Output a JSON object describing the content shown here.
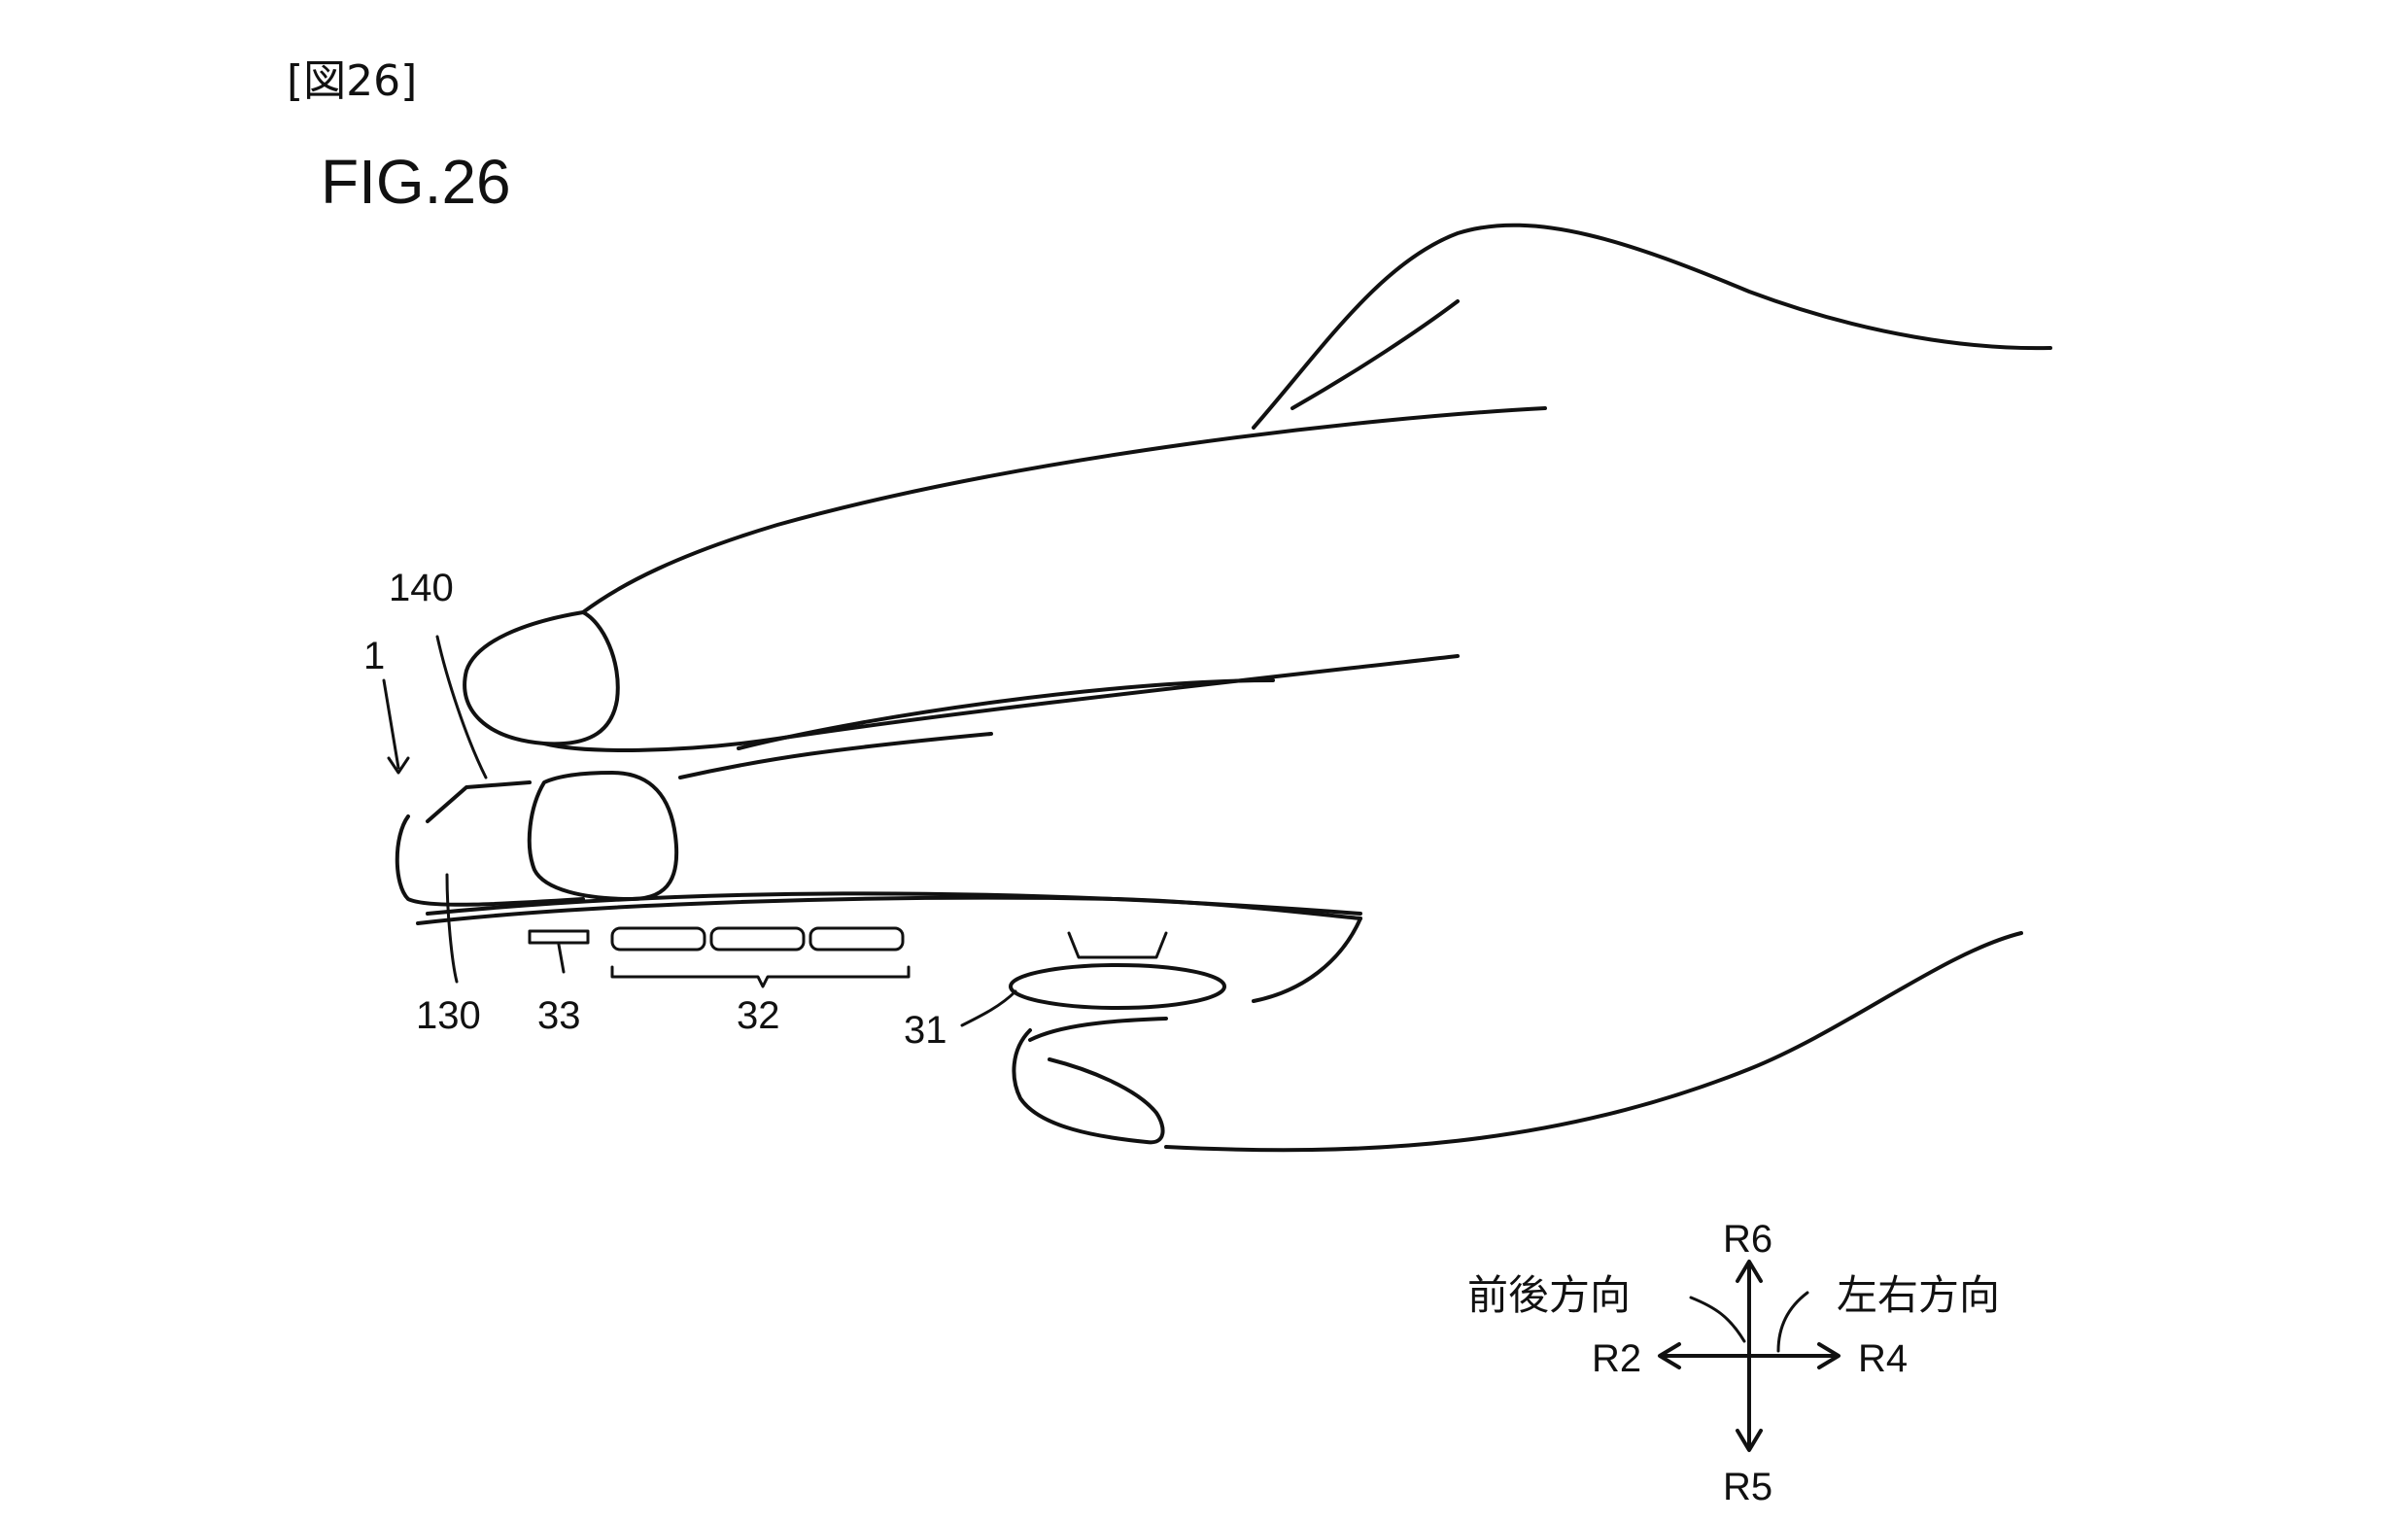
{
  "header": {
    "bracket_label": "[図26]",
    "figure_title": "FIG.26"
  },
  "reference_numerals": {
    "device": "1",
    "upper_part": "140",
    "front_part": "130",
    "button_33": "33",
    "buttons_32": "32",
    "stick_31": "31"
  },
  "direction_legend": {
    "up_label": "R6",
    "down_label": "R5",
    "left_label": "R2",
    "right_label": "R4",
    "front_back_label": "前後方向",
    "left_right_label": "左右方向"
  }
}
